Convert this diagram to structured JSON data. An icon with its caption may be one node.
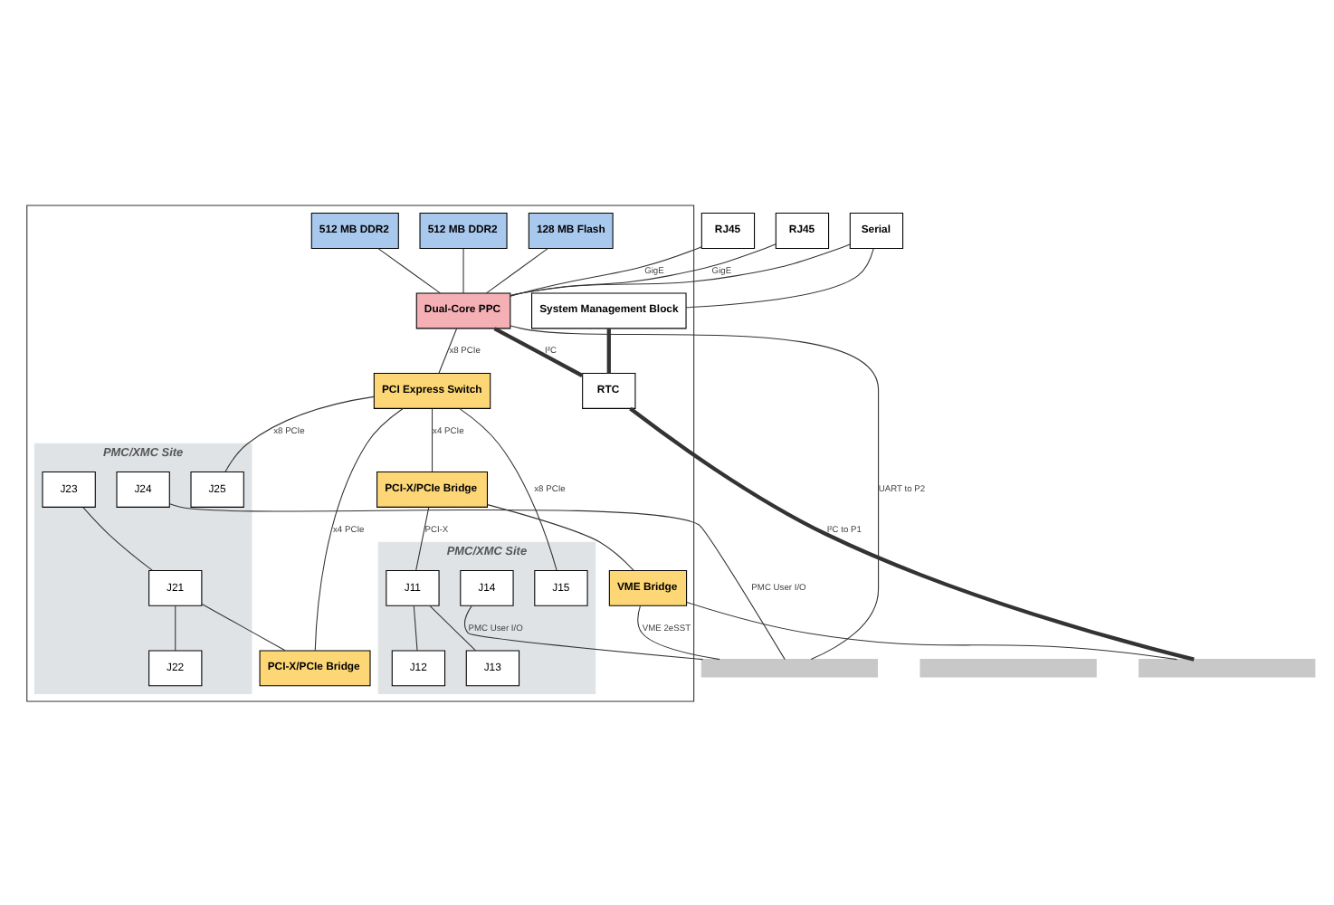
{
  "diagram": {
    "nodes": [
      {
        "text": [],
        "shape": "box"
      },
      {
        "text": [
          "RJ45"
        ]
      },
      {
        "text": [
          "Serial"
        ]
      },
      {
        "text": [
          "RJ45"
        ]
      },
      {
        "text": [
          "512 MB DDR2"
        ],
        "in": 0
      },
      {
        "text": [
          "512 MB DDR2"
        ],
        "in": 0
      },
      {
        "text": [
          "128 MB Flash"
        ],
        "in": 0
      },
      {
        "text": [
          "Dual-Core PPC"
        ],
        "in": 0
      },
      {
        "text": [
          "System Management Block"
        ],
        "in": 0
      },
      {
        "text": [
          "RTC"
        ],
        "in": 0
      },
      {
        "text": [
          "PCI Express Switch"
        ],
        "in": 0
      },
      {
        "text": [
          "PMC/XMC Site"
        ],
        "in": 0
      },
      {
        "text": [
          "J25"
        ],
        "in": 11
      },
      {
        "text": [
          "J23"
        ],
        "in": 11
      },
      {
        "text": [
          "J21"
        ],
        "in": 11
      },
      {
        "text": [
          "J24"
        ],
        "in": 11
      },
      {
        "text": [
          "J22"
        ],
        "in": 11
      },
      {
        "text": [
          "PCI-X/PCIe Bridge"
        ],
        "in": 0
      },
      {
        "text": [
          "PCI-X/PCIe Bridge"
        ],
        "in": 0
      },
      {
        "text": [
          "PMC/XMC Site"
        ],
        "in": 0
      },
      {
        "text": [
          "J15"
        ],
        "in": 19
      },
      {
        "text": [
          "J11"
        ],
        "in": 19
      },
      {
        "text": [
          "J13"
        ],
        "in": 19
      },
      {
        "text": [
          "J12"
        ],
        "in": 19
      },
      {
        "text": [
          "J14"
        ],
        "in": 19
      },
      {
        "text": [
          "VME Bridge"
        ],
        "in": 0
      },
      {
        "text": [],
        "shape": "bar"
      },
      {
        "text": [],
        "shape": "bar"
      },
      {
        "text": [],
        "shape": "bar"
      }
    ],
    "edges": [
      {
        "from": 1,
        "to": 7,
        "arrow": "none",
        "label": "GigE"
      },
      {
        "from": 2,
        "to": 7,
        "arrow": "none"
      },
      {
        "from": 2,
        "to": 8,
        "arrow": "none"
      },
      {
        "from": 3,
        "to": 7,
        "arrow": "none",
        "label": "GigE"
      },
      {
        "from": 4,
        "to": 7,
        "arrow": "none"
      },
      {
        "from": 5,
        "to": 7,
        "arrow": "none"
      },
      {
        "from": 6,
        "to": 7,
        "arrow": "none"
      },
      {
        "from": 7,
        "to": 9,
        "arrow": "none",
        "label": "I²C",
        "style": "thick"
      },
      {
        "from": 8,
        "to": 9,
        "arrow": "none",
        "style": "thick"
      },
      {
        "from": 9,
        "to": 28,
        "arrow": "none",
        "label": "I²C to P1",
        "style": "thick"
      },
      {
        "from": 7,
        "to": 10,
        "arrow": "none",
        "label": "x8 PCIe"
      },
      {
        "from": 10,
        "to": 12,
        "arrow": "none",
        "label": "x8 PCIe"
      },
      {
        "from": 10,
        "to": 17,
        "arrow": "none",
        "label": "x4 PCIe"
      },
      {
        "from": 10,
        "to": 18,
        "arrow": "none",
        "label": "x4 PCIe"
      },
      {
        "from": 10,
        "to": 20,
        "arrow": "none",
        "label": "x8 PCIe"
      },
      {
        "from": 13,
        "to": 14,
        "arrow": "none"
      },
      {
        "from": 14,
        "to": 16,
        "arrow": "none"
      },
      {
        "from": 14,
        "to": 17,
        "arrow": "none"
      },
      {
        "from": 15,
        "to": 26,
        "arrow": "none",
        "label": "PMC User I/O"
      },
      {
        "from": 7,
        "to": 26,
        "arrow": "none",
        "label": "UART to P2"
      },
      {
        "from": 18,
        "to": 21,
        "arrow": "none",
        "label": "PCI-X"
      },
      {
        "from": 18,
        "to": 25,
        "arrow": "none"
      },
      {
        "from": 21,
        "to": 22,
        "arrow": "none"
      },
      {
        "from": 21,
        "to": 23,
        "arrow": "none"
      },
      {
        "from": 24,
        "to": 26,
        "arrow": "none",
        "label": "PMC User I/O"
      },
      {
        "from": 25,
        "to": 26,
        "arrow": "none",
        "label": "VME 2eSST"
      },
      {
        "from": 25,
        "to": 28,
        "arrow": "none"
      }
    ]
  }
}
